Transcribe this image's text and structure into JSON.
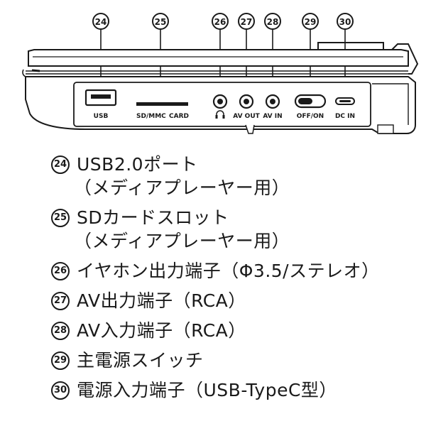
{
  "callouts": [
    "㉔",
    "㉕",
    "㉖",
    "㉗",
    "㉘",
    "㉙",
    "㉚"
  ],
  "port_labels": {
    "usb": "USB",
    "sd": "SD/MMC",
    "card": "CARD",
    "av_out": "AV OUT",
    "av_in": "AV IN",
    "switch": "OFF/ON",
    "dc_in": "DC IN"
  },
  "legend": [
    {
      "num": "㉔",
      "lines": [
        "USB2.0ポート",
        "（メディアプレーヤー用）"
      ]
    },
    {
      "num": "㉕",
      "lines": [
        "SDカードスロット",
        "（メディアプレーヤー用）"
      ]
    },
    {
      "num": "㉖",
      "lines": [
        "イヤホン出力端子（Φ3.5/ステレオ）"
      ]
    },
    {
      "num": "㉗",
      "lines": [
        "AV出力端子（RCA）"
      ]
    },
    {
      "num": "㉘",
      "lines": [
        "AV入力端子（RCA）"
      ]
    },
    {
      "num": "㉙",
      "lines": [
        "主電源スイッチ"
      ]
    },
    {
      "num": "㉚",
      "lines": [
        "電源入力端子（USB-TypeC型）"
      ]
    }
  ]
}
